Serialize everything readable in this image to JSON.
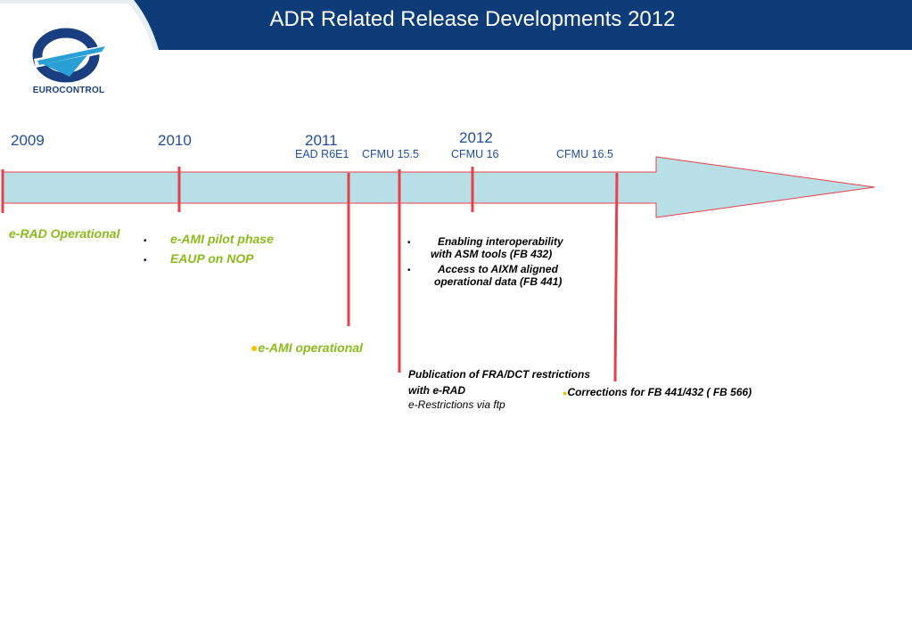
{
  "header": {
    "title": "ADR Related Release Developments 2012",
    "bar_color": "#0d3c78",
    "logo_text": "EUROCONTROL"
  },
  "timeline": {
    "years": [
      "2009",
      "2010",
      "2011",
      "2012"
    ],
    "releases": [
      "EAD R6E1",
      "CFMU 15.5",
      "CFMU 16",
      "CFMU 16.5"
    ],
    "arrow_fill": "#b9dfe6",
    "marker_color": "#e8404a",
    "accent_green": "#8bbb1a"
  },
  "milestones": {
    "erad_operational": "e-RAD Operational",
    "eami_pilot": "e-AMI  pilot phase",
    "eaup_nop": "EAUP on NOP",
    "eami_operational": "e-AMI operational",
    "interop_line1": "Enabling interoperability",
    "interop_line2": "with ASM tools (FB 432)",
    "aixm_line1": "Access to AIXM aligned",
    "aixm_line2": "operational data  (FB 441)",
    "fra_line1": "Publication of FRA/DCT restrictions",
    "fra_line2": "with e-RAD",
    "fra_line3": "e-Restrictions via ftp",
    "corrections": "Corrections for FB 441/432 ( FB 566)"
  }
}
